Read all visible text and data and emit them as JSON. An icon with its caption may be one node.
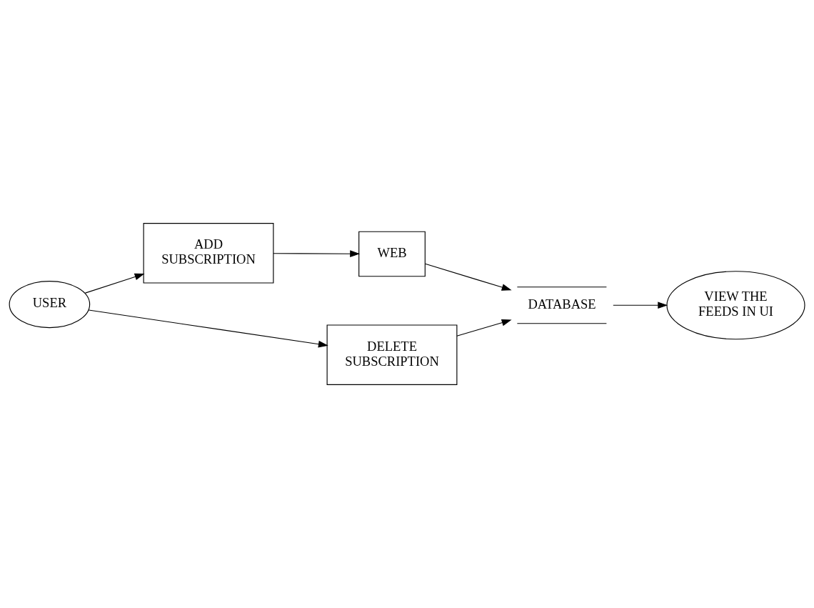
{
  "diagram": {
    "nodes": [
      {
        "text": [
          "USER"
        ]
      },
      {
        "text": [
          "ADD SUBSCRIPTION"
        ]
      },
      {
        "text": [
          "WEB"
        ]
      },
      {
        "text": [
          "DELETE SUBSCRIPTION"
        ]
      },
      {
        "text": [
          "DATABASE"
        ]
      },
      {
        "text": [
          "VIEW THE FEEDS IN UI"
        ]
      }
    ],
    "edges": [
      {
        "from": 0,
        "to": 1,
        "arrow": "to"
      },
      {
        "from": 0,
        "to": 3,
        "arrow": "to"
      },
      {
        "from": 1,
        "to": 2,
        "arrow": "to"
      },
      {
        "from": 2,
        "to": 4,
        "arrow": "to"
      },
      {
        "from": 3,
        "to": 4,
        "arrow": "to"
      },
      {
        "from": 4,
        "to": 5,
        "arrow": "to"
      }
    ]
  }
}
